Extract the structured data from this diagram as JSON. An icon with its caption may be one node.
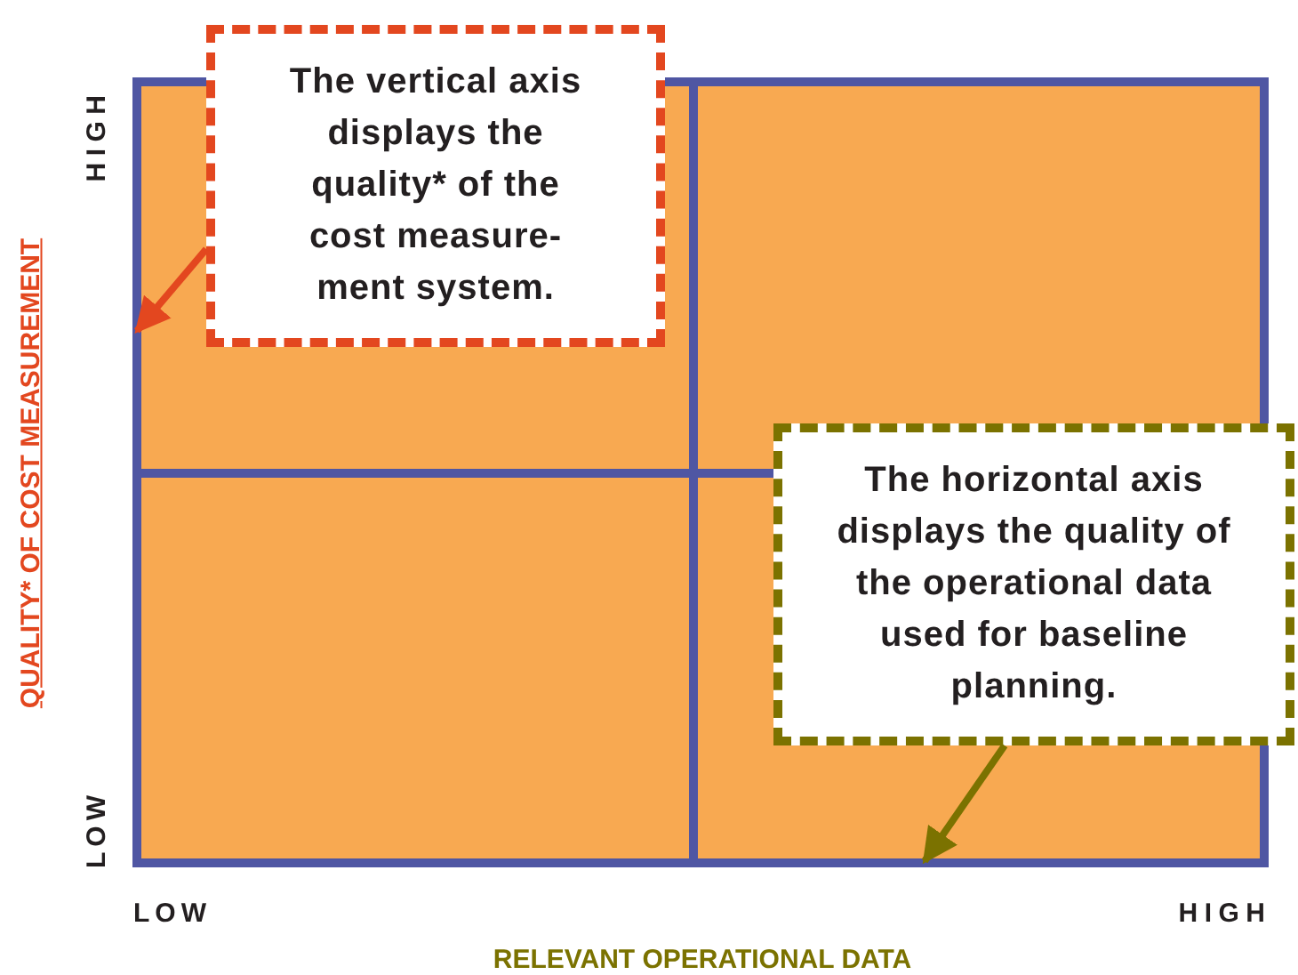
{
  "diagram": {
    "nodes": [
      {
        "text": [
          "The vertical axis displays the quality* of the cost measure- ment system."
        ]
      },
      {
        "text": [
          "The horizontal axis displays the quality of the operational data used for baseline planning."
        ]
      }
    ],
    "edges": [
      {
        "from": 0,
        "to": null,
        "arrow": "to",
        "color": "#e3471f"
      },
      {
        "from": 1,
        "to": null,
        "arrow": "to",
        "color": "#7b7200"
      }
    ],
    "labels": [
      "HIGH",
      "QUALITY* OF COST MEASUREMENT",
      "LOW",
      "LOW",
      "HIGH",
      "RELEVANT OPERATIONAL DATA"
    ]
  }
}
